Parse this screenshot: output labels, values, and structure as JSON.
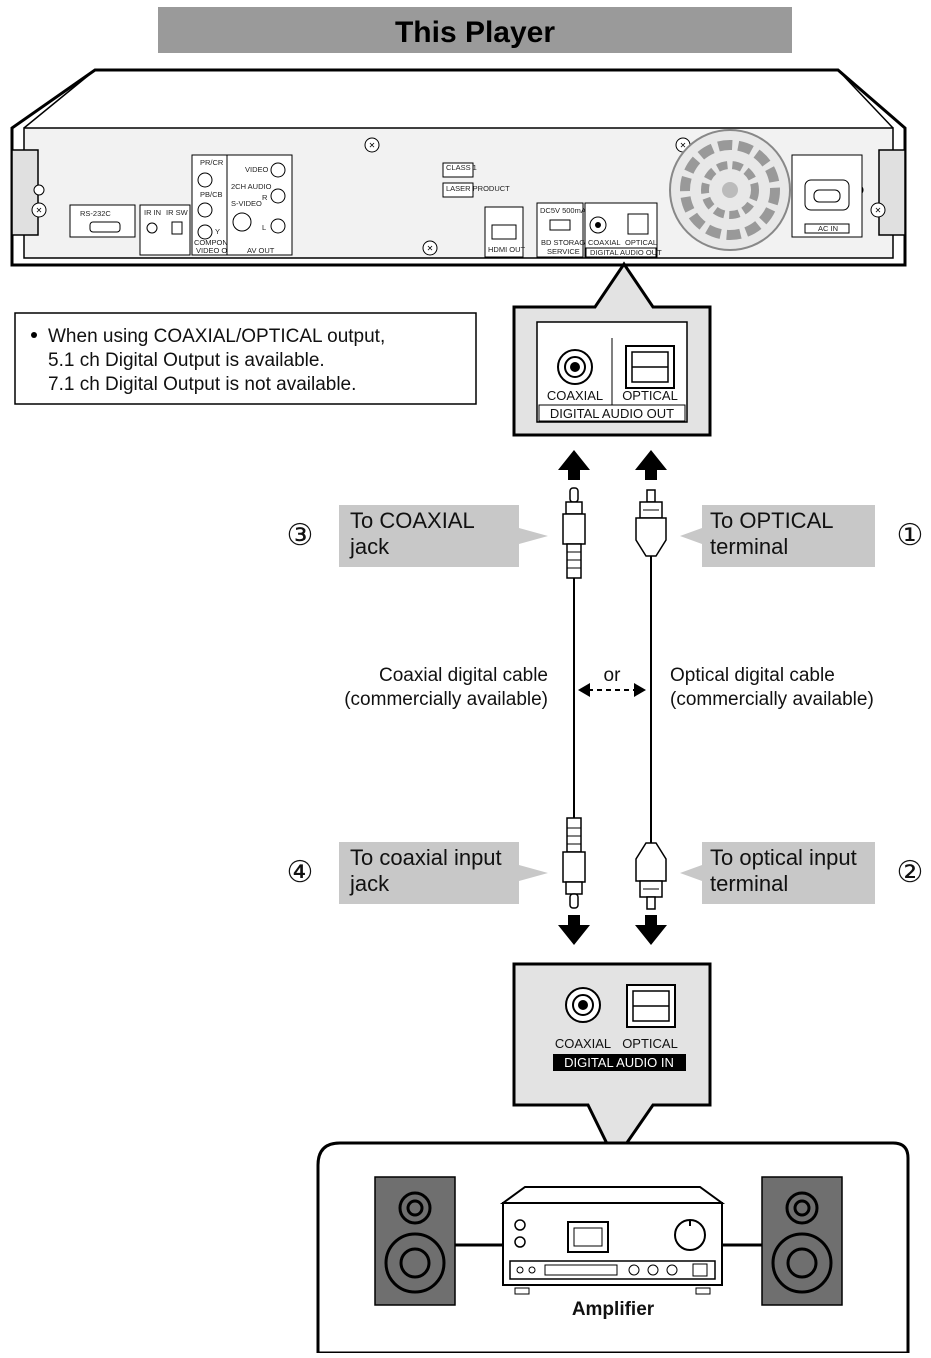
{
  "title": "This Player",
  "note": {
    "line1": "When using COAXIAL/OPTICAL output,",
    "line2": "5.1 ch Digital Output is available.",
    "line3": "7.1 ch Digital Output is not available."
  },
  "player_panel": {
    "rs232c": "RS-232C",
    "ir_in": "IR IN",
    "ir_sw": "IR SW",
    "pb_cb": "PB/CB",
    "pr_cr": "PR/CR",
    "y": "Y",
    "component": "COMPONENT",
    "video_out": "VIDEO OUT",
    "video": "VIDEO",
    "two_ch_audio": "2CH AUDIO",
    "s_video": "S-VIDEO",
    "r": "R",
    "l": "L",
    "av_out": "AV OUT",
    "class1": "CLASS 1",
    "laser_product": "LASER PRODUCT",
    "hdmi_out": "HDMI OUT",
    "dc5v": "DC5V 500mA",
    "bd_storage": "BD STORAGE/",
    "service": "SERVICE",
    "coaxial": "COAXIAL",
    "optical": "OPTICAL",
    "digital_audio_out": "DIGITAL AUDIO OUT",
    "ac_in": "AC IN"
  },
  "out_callout": {
    "coaxial": "COAXIAL",
    "optical": "OPTICAL",
    "label": "DIGITAL AUDIO OUT"
  },
  "steps": [
    {
      "num": "③",
      "line1": "To COAXIAL",
      "line2": "jack"
    },
    {
      "num": "①",
      "line1": "To OPTICAL",
      "line2": "terminal"
    },
    {
      "num": "④",
      "line1": "To coaxial input",
      "line2": "jack"
    },
    {
      "num": "②",
      "line1": "To optical input",
      "line2": "terminal"
    }
  ],
  "cables": {
    "coaxial_line1": "Coaxial digital cable",
    "coaxial_line2": "(commercially available)",
    "or": "or",
    "optical_line1": "Optical digital cable",
    "optical_line2": "(commercially available)"
  },
  "in_callout": {
    "coaxial": "COAXIAL",
    "optical": "OPTICAL",
    "label": "DIGITAL AUDIO IN"
  },
  "amplifier": {
    "label": "Amplifier"
  },
  "colors": {
    "title_bar": "#9a9a9a",
    "step_label": "#c8c8c8",
    "callout": "#e3e3e3",
    "player_face": "#f2f2f2",
    "speaker": "#6f6f6f",
    "line": "#000000"
  }
}
